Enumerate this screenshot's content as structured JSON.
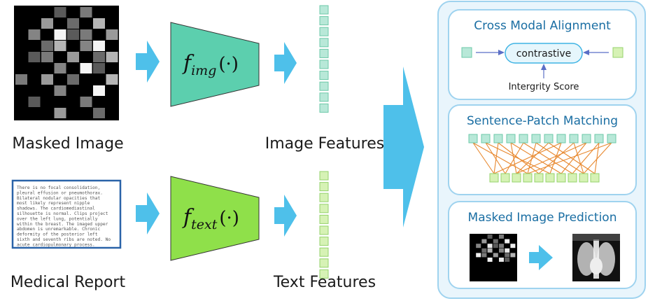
{
  "input_image": {
    "label": "Masked Image"
  },
  "input_report": {
    "label": "Medical Report",
    "lines": [
      "There is no focal consolidation,",
      "pleural effusion or pneumothorax.",
      "Bilateral nodular opacities that",
      "most likely represent nipple",
      "shadows. The cardiomediastinal",
      "silhouette is normal. Clips project",
      "over the left lung, potentially",
      "within the breast. The imaged upper",
      "abdomen is unremarkable. Chronic",
      "deformity of the posterior left",
      "sixth and seventh ribs are noted. No",
      "acute cardiopulmonary process."
    ]
  },
  "encoders": {
    "image": {
      "func": "f",
      "sub": "img",
      "arg": "(·)",
      "color": "#5ccfae"
    },
    "text": {
      "func": "f",
      "sub": "text",
      "arg": "(·)",
      "color": "#8fe04a"
    }
  },
  "features": {
    "image_label": "Image Features",
    "text_label": "Text Features",
    "token_count": 10,
    "token_color": "#b8e8d8",
    "text_token_color": "#d6f2b5"
  },
  "modules": [
    {
      "title": "Cross Modal Alignment",
      "box_label": "contrastive",
      "sub_label": "Intergrity Score"
    },
    {
      "title": "Sentence-Patch Matching"
    },
    {
      "title": "Masked Image Prediction"
    }
  ],
  "colors": {
    "arrow": "#4ec0ea",
    "panel_border": "#9fd3ef",
    "panel_fill": "#e9f5fc",
    "match_line": "#e8882e",
    "title": "#1a6ea3"
  }
}
